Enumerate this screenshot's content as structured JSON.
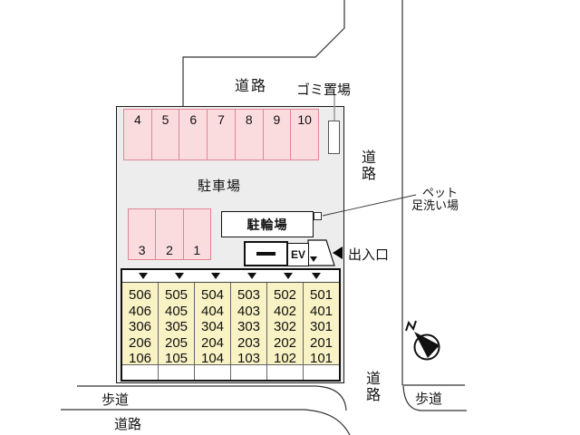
{
  "labels": {
    "road_top": "道路",
    "garbage": "ゴミ置場",
    "road_right_upper": "道路",
    "pet_line1": "ペット",
    "pet_line2": "足洗い場",
    "entrance": "出入口",
    "sidewalk_left": "歩道",
    "road_bottom": "道路",
    "road_right_lower": "道路",
    "sidewalk_right": "歩道"
  },
  "site": {
    "parking_label": "駐車場",
    "bicycle_label": "駐輪場",
    "ev_label": "EV",
    "upper_parking": {
      "spots": [
        "4",
        "5",
        "6",
        "7",
        "8",
        "9",
        "10"
      ]
    },
    "lower_parking": {
      "spots": [
        "3",
        "2",
        "1"
      ]
    },
    "building": {
      "columns": [
        {
          "rooms": [
            "506",
            "406",
            "306",
            "206",
            "106"
          ]
        },
        {
          "rooms": [
            "505",
            "405",
            "305",
            "205",
            "105"
          ]
        },
        {
          "rooms": [
            "504",
            "404",
            "304",
            "204",
            "104"
          ]
        },
        {
          "rooms": [
            "503",
            "403",
            "303",
            "203",
            "103"
          ]
        },
        {
          "rooms": [
            "502",
            "402",
            "302",
            "202",
            "102"
          ]
        },
        {
          "rooms": [
            "501",
            "401",
            "301",
            "201",
            "101"
          ]
        }
      ]
    }
  },
  "colors": {
    "parking_fill": "#FADCDF",
    "parking_border": "#E08694",
    "building_cell_fill": "#F8F2C4",
    "site_fill": "#EDEDED",
    "line": "#222222"
  }
}
